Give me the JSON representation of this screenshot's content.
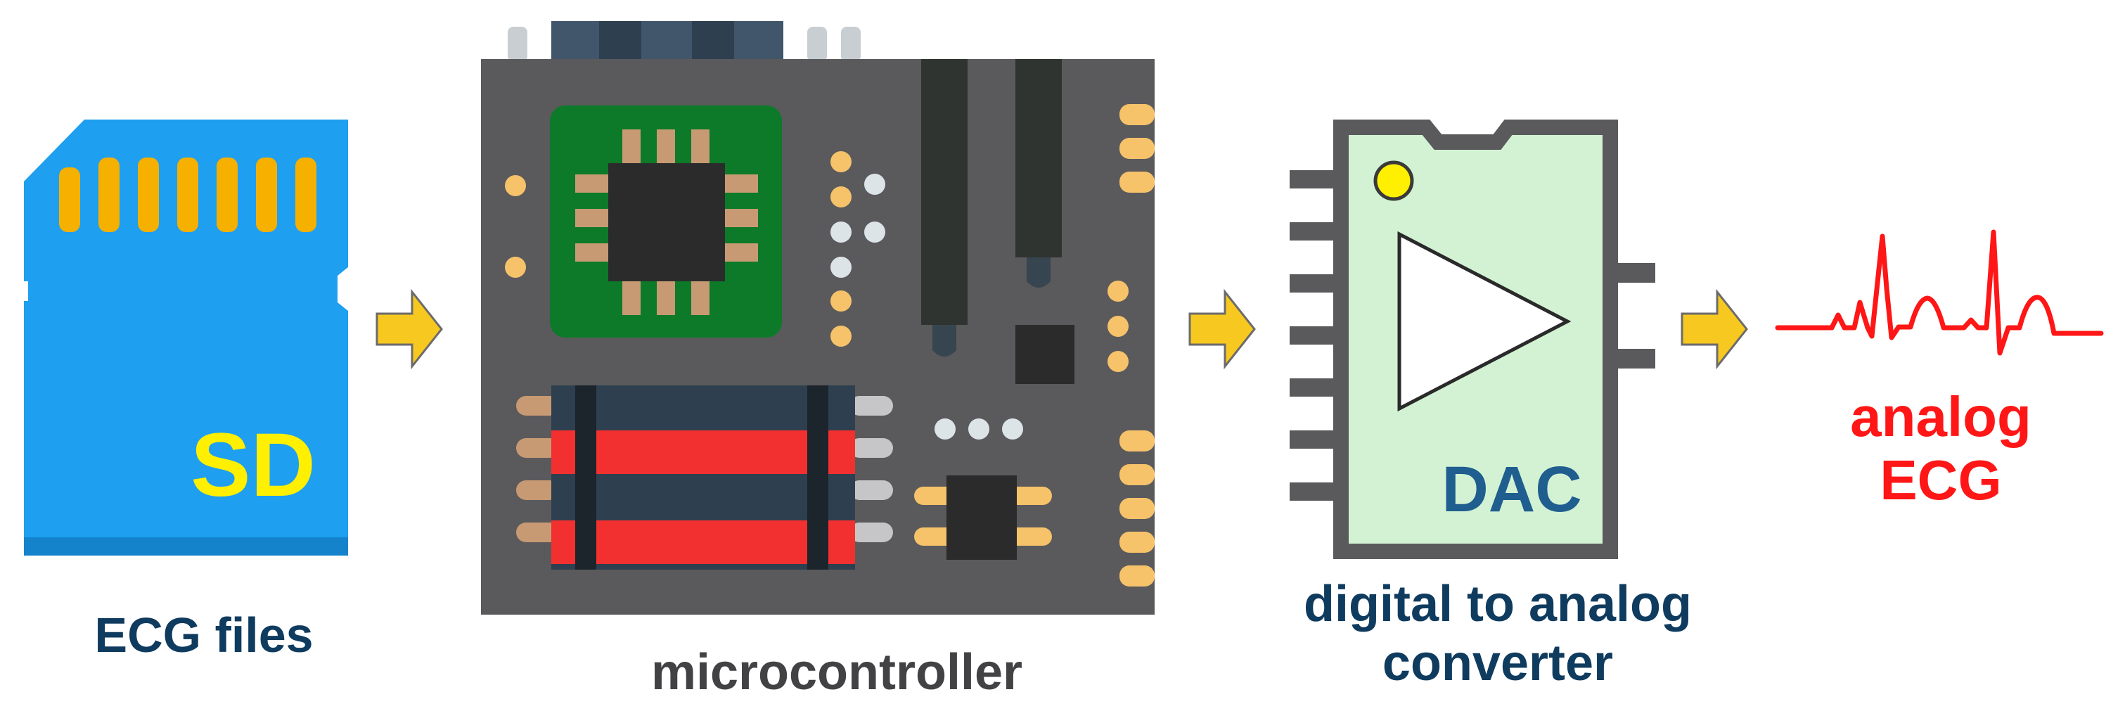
{
  "diagram": {
    "sd_card": {
      "chip_label": "SD",
      "caption": "ECG files"
    },
    "microcontroller": {
      "caption": "microcontroller"
    },
    "dac": {
      "chip_label": "DAC",
      "caption_line1": "digital to analog",
      "caption_line2": "converter"
    },
    "output": {
      "caption_line1": "analog",
      "caption_line2": "ECG"
    },
    "icons": [
      "sd-card-icon",
      "arrow-right-icon",
      "circuit-board-icon",
      "dac-chip-icon",
      "amplifier-triangle-icon",
      "ecg-waveform-icon"
    ],
    "colors": {
      "sd_blue": "#1e9ff0",
      "sd_text": "#ffef00",
      "board": "#5a5a5c",
      "arrow": "#f7c81f",
      "dac_body": "#d3f2d4",
      "dac_text": "#1f5e8e",
      "ecg_red": "#ff1616",
      "caption_navy": "#0f3b5f",
      "caption_gray": "#424244"
    }
  }
}
